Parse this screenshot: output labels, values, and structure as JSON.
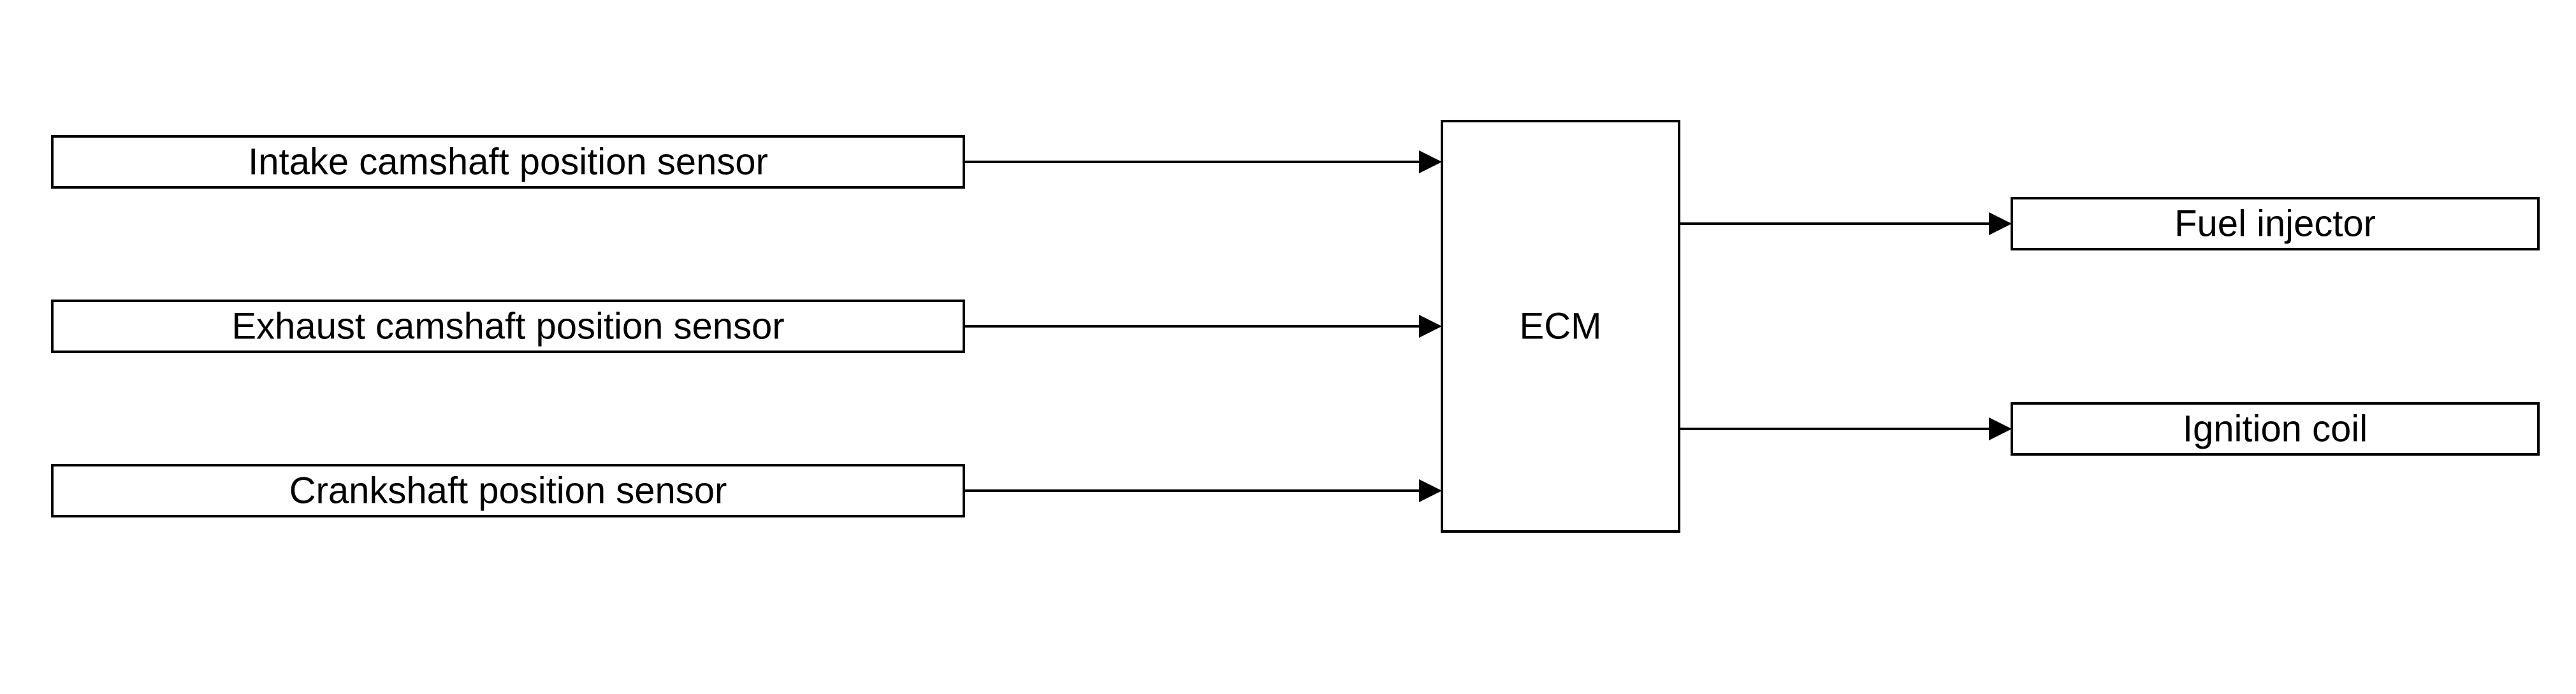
{
  "diagram": {
    "inputs": [
      {
        "label": "Intake camshaft position sensor"
      },
      {
        "label": "Exhaust camshaft position sensor"
      },
      {
        "label": "Crankshaft position sensor"
      }
    ],
    "controller": {
      "label": "ECM"
    },
    "outputs": [
      {
        "label": "Fuel injector"
      },
      {
        "label": "Ignition coil"
      }
    ],
    "colors": {
      "stroke": "#000000",
      "background": "#ffffff"
    }
  }
}
